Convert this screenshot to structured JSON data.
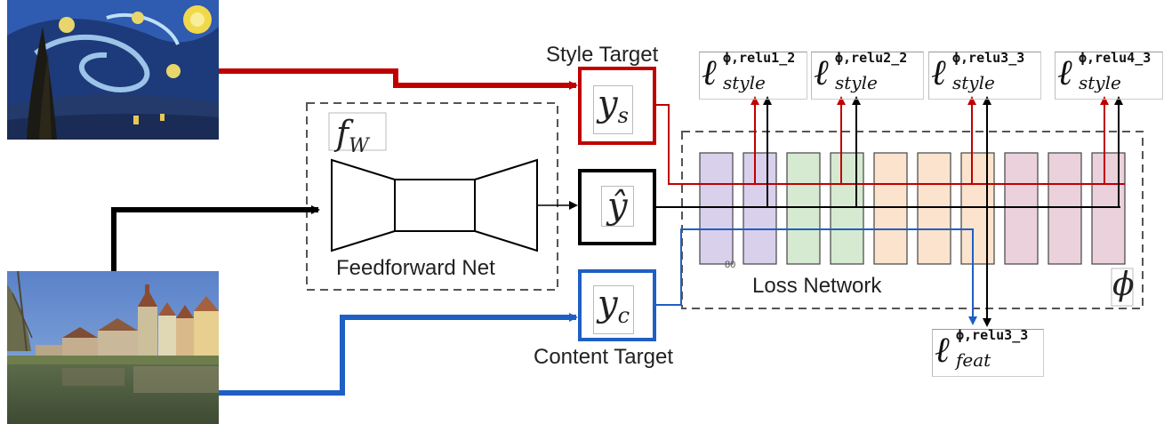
{
  "labels": {
    "style_target": "Style Target",
    "content_target": "Content Target",
    "feedforward_net": "Feedforward Net",
    "loss_network": "Loss Network",
    "small_number": "80"
  },
  "symbols": {
    "f_w": {
      "base": "f",
      "sub": "W"
    },
    "y_s": {
      "base": "y",
      "sub": "s"
    },
    "y_hat": {
      "base": "ŷ"
    },
    "y_c": {
      "base": "y",
      "sub": "c"
    },
    "phi": "ϕ"
  },
  "losses": [
    {
      "base": "ℓ",
      "sup": "ϕ,relu1_2",
      "sub": "style"
    },
    {
      "base": "ℓ",
      "sup": "ϕ,relu2_2",
      "sub": "style"
    },
    {
      "base": "ℓ",
      "sup": "ϕ,relu3_3",
      "sub": "style"
    },
    {
      "base": "ℓ",
      "sup": "ϕ,relu4_3",
      "sub": "style"
    },
    {
      "base": "ℓ",
      "sup": "ϕ,relu3_3",
      "sub": "feat"
    }
  ],
  "colors": {
    "style": "#c00000",
    "content": "#1f5fc4",
    "generated": "#000000",
    "layers": [
      "#d9d0ec",
      "#d9d0ec",
      "#d6ead2",
      "#d6ead2",
      "#fbe3cd",
      "#fbe3cd",
      "#fbe3cd",
      "#ead1dc",
      "#ead1dc",
      "#ead1dc"
    ]
  },
  "images": [
    "starry-night-painting",
    "tubingen-riverside-photo"
  ]
}
